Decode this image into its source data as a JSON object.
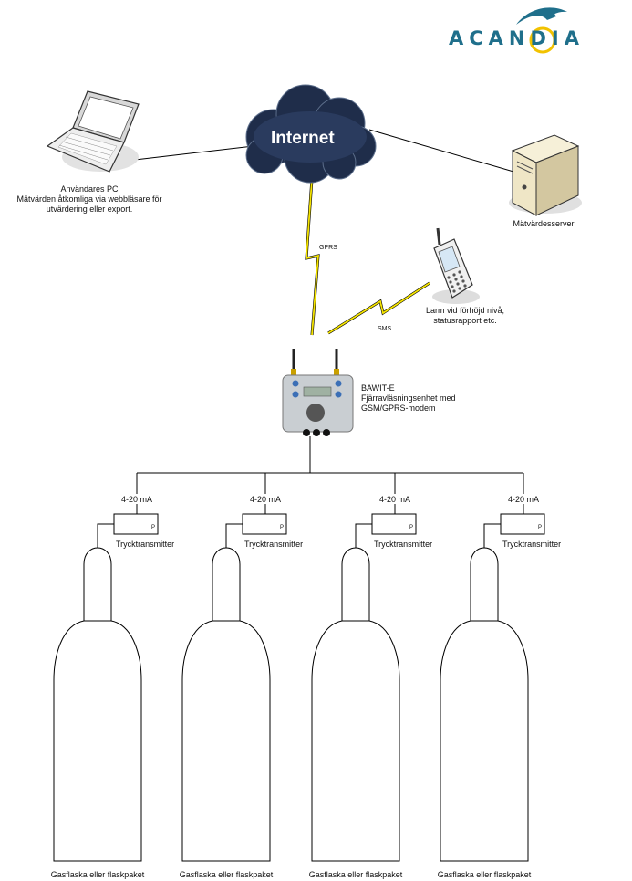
{
  "logo": {
    "text": "ACANDIA",
    "color": "#1f6f8b",
    "accent": "#f2c200"
  },
  "internet": {
    "label": "Internet"
  },
  "pc": {
    "line1": "Användares PC",
    "line2": "Mätvärden åtkomliga via webbläsare för",
    "line3": "utvärdering eller export."
  },
  "server": {
    "label": "Mätvärdesserver"
  },
  "phone": {
    "line1": "Larm vid förhöjd nivå,",
    "line2": "statusrapport etc."
  },
  "links": {
    "gprs": "GPRS",
    "sms": "SMS"
  },
  "device": {
    "line1": "BAWIT-E",
    "line2": "Fjärravläsningsenhet med",
    "line3": "GSM/GPRS-modem"
  },
  "branches": [
    {
      "signal": "4-20 mA",
      "transmitter": "Trycktransmitter",
      "bottle": "Gasflaska eller flaskpaket",
      "p": "P"
    },
    {
      "signal": "4-20 mA",
      "transmitter": "Trycktransmitter",
      "bottle": "Gasflaska eller flaskpaket",
      "p": "P"
    },
    {
      "signal": "4-20 mA",
      "transmitter": "Trycktransmitter",
      "bottle": "Gasflaska eller flaskpaket",
      "p": "P"
    },
    {
      "signal": "4-20 mA",
      "transmitter": "Trycktransmitter",
      "bottle": "Gasflaska eller flaskpaket",
      "p": "P"
    }
  ],
  "colors": {
    "cloud": "#1f2d4a",
    "lightning": "#f5e400",
    "device": "#c9ced2"
  }
}
